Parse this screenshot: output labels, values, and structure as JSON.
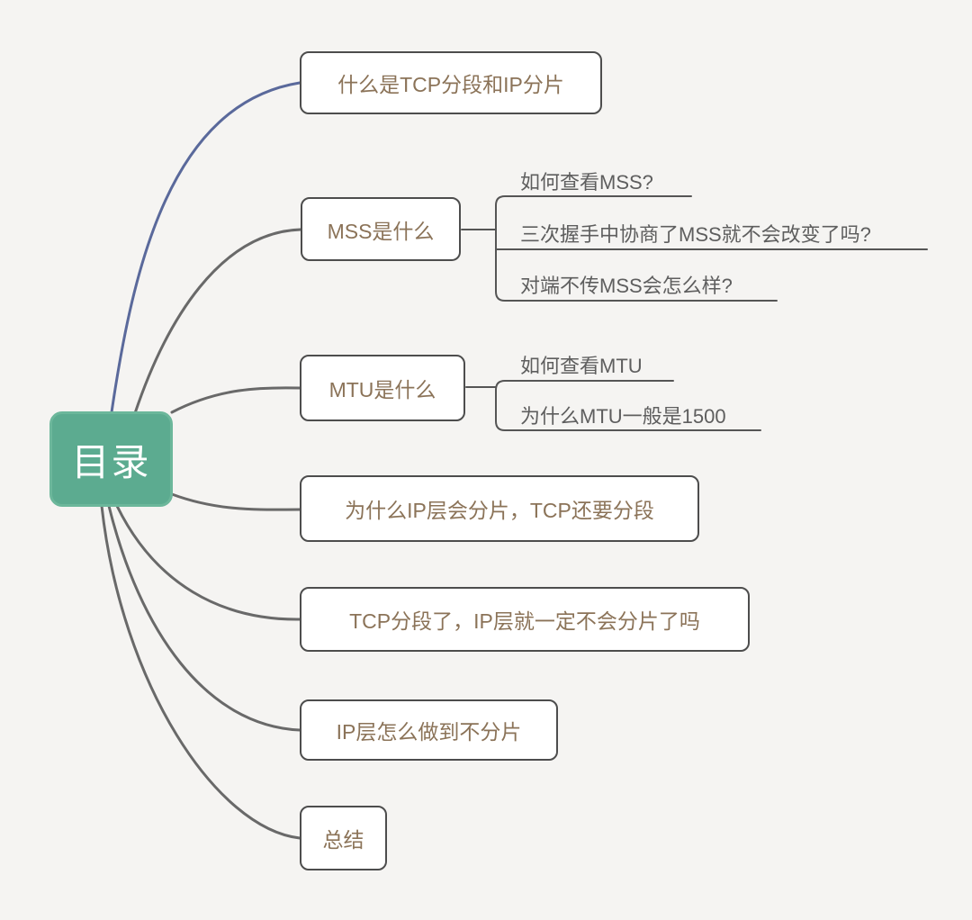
{
  "page": {
    "background_color": "#F5F4F2"
  },
  "mindmap": {
    "root": {
      "label": "目录",
      "fill_color": "#5CAB90",
      "border_color": "#6CB79B",
      "text_color": "#FFFFFF"
    },
    "branches": [
      {
        "label": "什么是TCP分段和IP分片",
        "children": []
      },
      {
        "label": "MSS是什么",
        "children": [
          {
            "label": "如何查看MSS?"
          },
          {
            "label": "三次握手中协商了MSS就不会改变了吗?"
          },
          {
            "label": "对端不传MSS会怎么样?"
          }
        ]
      },
      {
        "label": "MTU是什么",
        "children": [
          {
            "label": "如何查看MTU"
          },
          {
            "label": "为什么MTU一般是1500"
          }
        ]
      },
      {
        "label": "为什么IP层会分片，TCP还要分段",
        "children": []
      },
      {
        "label": "TCP分段了，IP层就一定不会分片了吗",
        "children": []
      },
      {
        "label": "IP层怎么做到不分片",
        "children": []
      },
      {
        "label": "总结",
        "children": []
      }
    ],
    "style": {
      "branch_text_color": "#8B7358",
      "branch_border_color": "#4D4D4D",
      "branch_fill_color": "#FFFFFF",
      "child_text_color": "#5E5E5E",
      "connector_gray": "#696969",
      "connector_blue": "#5A699B",
      "underline_color": "#555555"
    }
  }
}
